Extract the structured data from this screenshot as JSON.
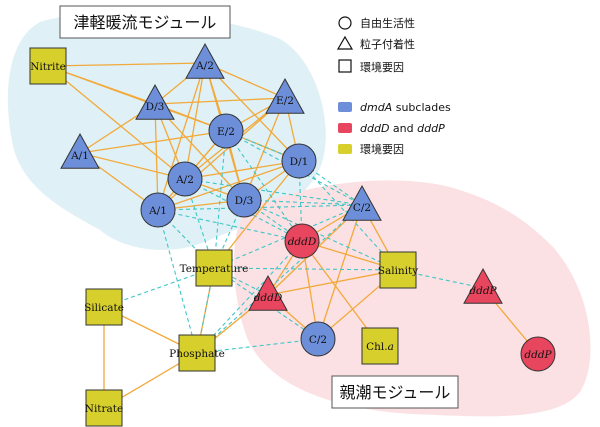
{
  "modules": {
    "tsugaru": "津軽暖流モジュール",
    "oyashio": "親潮モジュール"
  },
  "legend": {
    "free_living": "自由生活性",
    "particle_attached": "粒子付着性",
    "env_factor_shape": "環境要因",
    "dmdA": {
      "ital": "dmdA",
      "rest": " subclades"
    },
    "dddD": {
      "ital1": "dddD",
      "mid": " and ",
      "ital2": "dddP"
    },
    "env_factor_color": "環境要因"
  },
  "colors": {
    "dmdA": "#6d8fd9",
    "ddd": "#e8465f",
    "env": "#d6cf2c",
    "tsugaru_module_bg": "#dff1f6",
    "oyashio_module_bg": "#fbe1e3",
    "edge_positive": "#f2a93b",
    "edge_negative": "#3fc6c6"
  },
  "nodes": [
    {
      "id": "Nitrite",
      "label": "Nitrite",
      "shape": "square",
      "group": "env"
    },
    {
      "id": "A2tri",
      "label": "A/2",
      "shape": "triangle",
      "group": "dmdA"
    },
    {
      "id": "D3tri",
      "label": "D/3",
      "shape": "triangle",
      "group": "dmdA"
    },
    {
      "id": "E2tri",
      "label": "E/2",
      "shape": "triangle",
      "group": "dmdA"
    },
    {
      "id": "E2circ",
      "label": "E/2",
      "shape": "circle",
      "group": "dmdA"
    },
    {
      "id": "A1tri",
      "label": "A/1",
      "shape": "triangle",
      "group": "dmdA"
    },
    {
      "id": "D1circ",
      "label": "D/1",
      "shape": "circle",
      "group": "dmdA"
    },
    {
      "id": "A2circ",
      "label": "A/2",
      "shape": "circle",
      "group": "dmdA"
    },
    {
      "id": "D3circ",
      "label": "D/3",
      "shape": "circle",
      "group": "dmdA"
    },
    {
      "id": "A1circ",
      "label": "A/1",
      "shape": "circle",
      "group": "dmdA"
    },
    {
      "id": "C2tri",
      "label": "C/2",
      "shape": "triangle",
      "group": "dmdA"
    },
    {
      "id": "dddDcirc",
      "label": "dddD",
      "shape": "circle",
      "group": "ddd",
      "italic": true
    },
    {
      "id": "Temperature",
      "label": "Temperature",
      "shape": "square",
      "group": "env"
    },
    {
      "id": "Salinity",
      "label": "Salinity",
      "shape": "square",
      "group": "env"
    },
    {
      "id": "dddPtri",
      "label": "dddP",
      "shape": "triangle",
      "group": "ddd",
      "italic": true
    },
    {
      "id": "dddDtri",
      "label": "dddD",
      "shape": "triangle",
      "group": "ddd",
      "italic": true
    },
    {
      "id": "Silicate",
      "label": "Silicate",
      "shape": "square",
      "group": "env"
    },
    {
      "id": "C2circ",
      "label": "C/2",
      "shape": "circle",
      "group": "dmdA"
    },
    {
      "id": "Chla",
      "label": "Chl.",
      "label_ital": "a",
      "shape": "square",
      "group": "env"
    },
    {
      "id": "Phosphate",
      "label": "Phosphate",
      "shape": "square",
      "group": "env"
    },
    {
      "id": "dddPcirc",
      "label": "dddP",
      "shape": "circle",
      "group": "ddd",
      "italic": true
    },
    {
      "id": "Nitrate",
      "label": "Nitrate",
      "shape": "square",
      "group": "env"
    }
  ],
  "edges_positive": [
    [
      "Nitrite",
      "A2tri"
    ],
    [
      "Nitrite",
      "D3tri"
    ],
    [
      "Nitrite",
      "E2circ"
    ],
    [
      "Nitrite",
      "A2circ"
    ],
    [
      "A2tri",
      "D3tri"
    ],
    [
      "A2tri",
      "E2tri"
    ],
    [
      "A2tri",
      "E2circ"
    ],
    [
      "A2tri",
      "A2circ"
    ],
    [
      "A2tri",
      "D3circ"
    ],
    [
      "A2tri",
      "A1circ"
    ],
    [
      "A2tri",
      "D1circ"
    ],
    [
      "D3tri",
      "E2tri"
    ],
    [
      "D3tri",
      "E2circ"
    ],
    [
      "D3tri",
      "A2circ"
    ],
    [
      "D3tri",
      "A1circ"
    ],
    [
      "D3tri",
      "D3circ"
    ],
    [
      "D3tri",
      "A1tri"
    ],
    [
      "E2tri",
      "E2circ"
    ],
    [
      "E2tri",
      "D1circ"
    ],
    [
      "E2tri",
      "A2circ"
    ],
    [
      "E2tri",
      "D3circ"
    ],
    [
      "E2tri",
      "A1circ"
    ],
    [
      "A1tri",
      "A2circ"
    ],
    [
      "A1tri",
      "A1circ"
    ],
    [
      "A1tri",
      "E2circ"
    ],
    [
      "E2circ",
      "D1circ"
    ],
    [
      "E2circ",
      "A2circ"
    ],
    [
      "E2circ",
      "D3circ"
    ],
    [
      "E2circ",
      "A1circ"
    ],
    [
      "D1circ",
      "A2circ"
    ],
    [
      "D1circ",
      "D3circ"
    ],
    [
      "D1circ",
      "A1circ"
    ],
    [
      "A2circ",
      "D3circ"
    ],
    [
      "A2circ",
      "A1circ"
    ],
    [
      "D3circ",
      "A1circ"
    ],
    [
      "C2tri",
      "dddDcirc"
    ],
    [
      "C2tri",
      "dddDtri"
    ],
    [
      "C2tri",
      "C2circ"
    ],
    [
      "C2tri",
      "Salinity"
    ],
    [
      "dddDcirc",
      "dddDtri"
    ],
    [
      "dddDcirc",
      "Salinity"
    ],
    [
      "dddDcirc",
      "C2circ"
    ],
    [
      "dddDcirc",
      "Chla"
    ],
    [
      "dddDtri",
      "C2circ"
    ],
    [
      "dddDtri",
      "Salinity"
    ],
    [
      "Salinity",
      "C2circ"
    ],
    [
      "Temperature",
      "D1circ"
    ],
    [
      "Temperature",
      "Phosphate"
    ],
    [
      "Silicate",
      "Phosphate"
    ],
    [
      "Silicate",
      "Nitrate"
    ],
    [
      "Phosphate",
      "Nitrate"
    ],
    [
      "Phosphate",
      "dddDtri"
    ],
    [
      "dddPtri",
      "dddPcirc"
    ]
  ],
  "edges_negative": [
    [
      "A1circ",
      "Temperature"
    ],
    [
      "A1circ",
      "Phosphate"
    ],
    [
      "A1circ",
      "dddDcirc"
    ],
    [
      "A1circ",
      "C2tri"
    ],
    [
      "A2circ",
      "Temperature"
    ],
    [
      "A2circ",
      "dddDcirc"
    ],
    [
      "A2circ",
      "C2tri"
    ],
    [
      "D3circ",
      "Temperature"
    ],
    [
      "D3circ",
      "dddDcirc"
    ],
    [
      "D3circ",
      "C2tri"
    ],
    [
      "D3circ",
      "Salinity"
    ],
    [
      "E2circ",
      "Temperature"
    ],
    [
      "E2circ",
      "dddDcirc"
    ],
    [
      "E2circ",
      "D1circ"
    ],
    [
      "E2circ",
      "C2tri"
    ],
    [
      "D1circ",
      "dddDcirc"
    ],
    [
      "D1circ",
      "C2tri"
    ],
    [
      "D1circ",
      "Salinity"
    ],
    [
      "Temperature",
      "Silicate"
    ],
    [
      "Temperature",
      "Salinity"
    ],
    [
      "Temperature",
      "C2circ"
    ],
    [
      "Temperature",
      "dddDtri"
    ],
    [
      "Phosphate",
      "C2circ"
    ],
    [
      "Phosphate",
      "Temperature"
    ],
    [
      "Salinity",
      "dddPtri"
    ],
    [
      "dddDcirc",
      "Phosphate"
    ],
    [
      "C2tri",
      "Phosphate"
    ],
    [
      "C2tri",
      "Temperature"
    ]
  ]
}
